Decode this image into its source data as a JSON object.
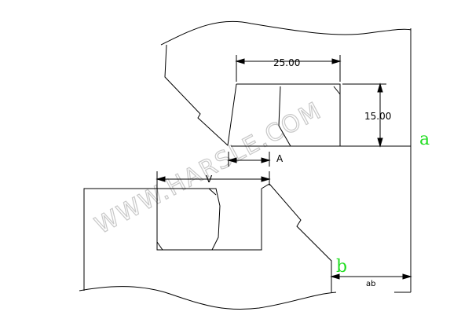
{
  "diagram": {
    "dimensions": {
      "width_value": "25.00",
      "height_value": "15.00",
      "v_label": "V",
      "a_label": "A",
      "ab_label": "ab"
    },
    "markers": {
      "a": "a",
      "b": "b"
    },
    "watermark": "WWW.HARSLE.COM",
    "colors": {
      "line": "#000000",
      "marker": "#22dd22",
      "watermark_fill": "#ffffff",
      "watermark_stroke": "#c8c8c8"
    }
  }
}
